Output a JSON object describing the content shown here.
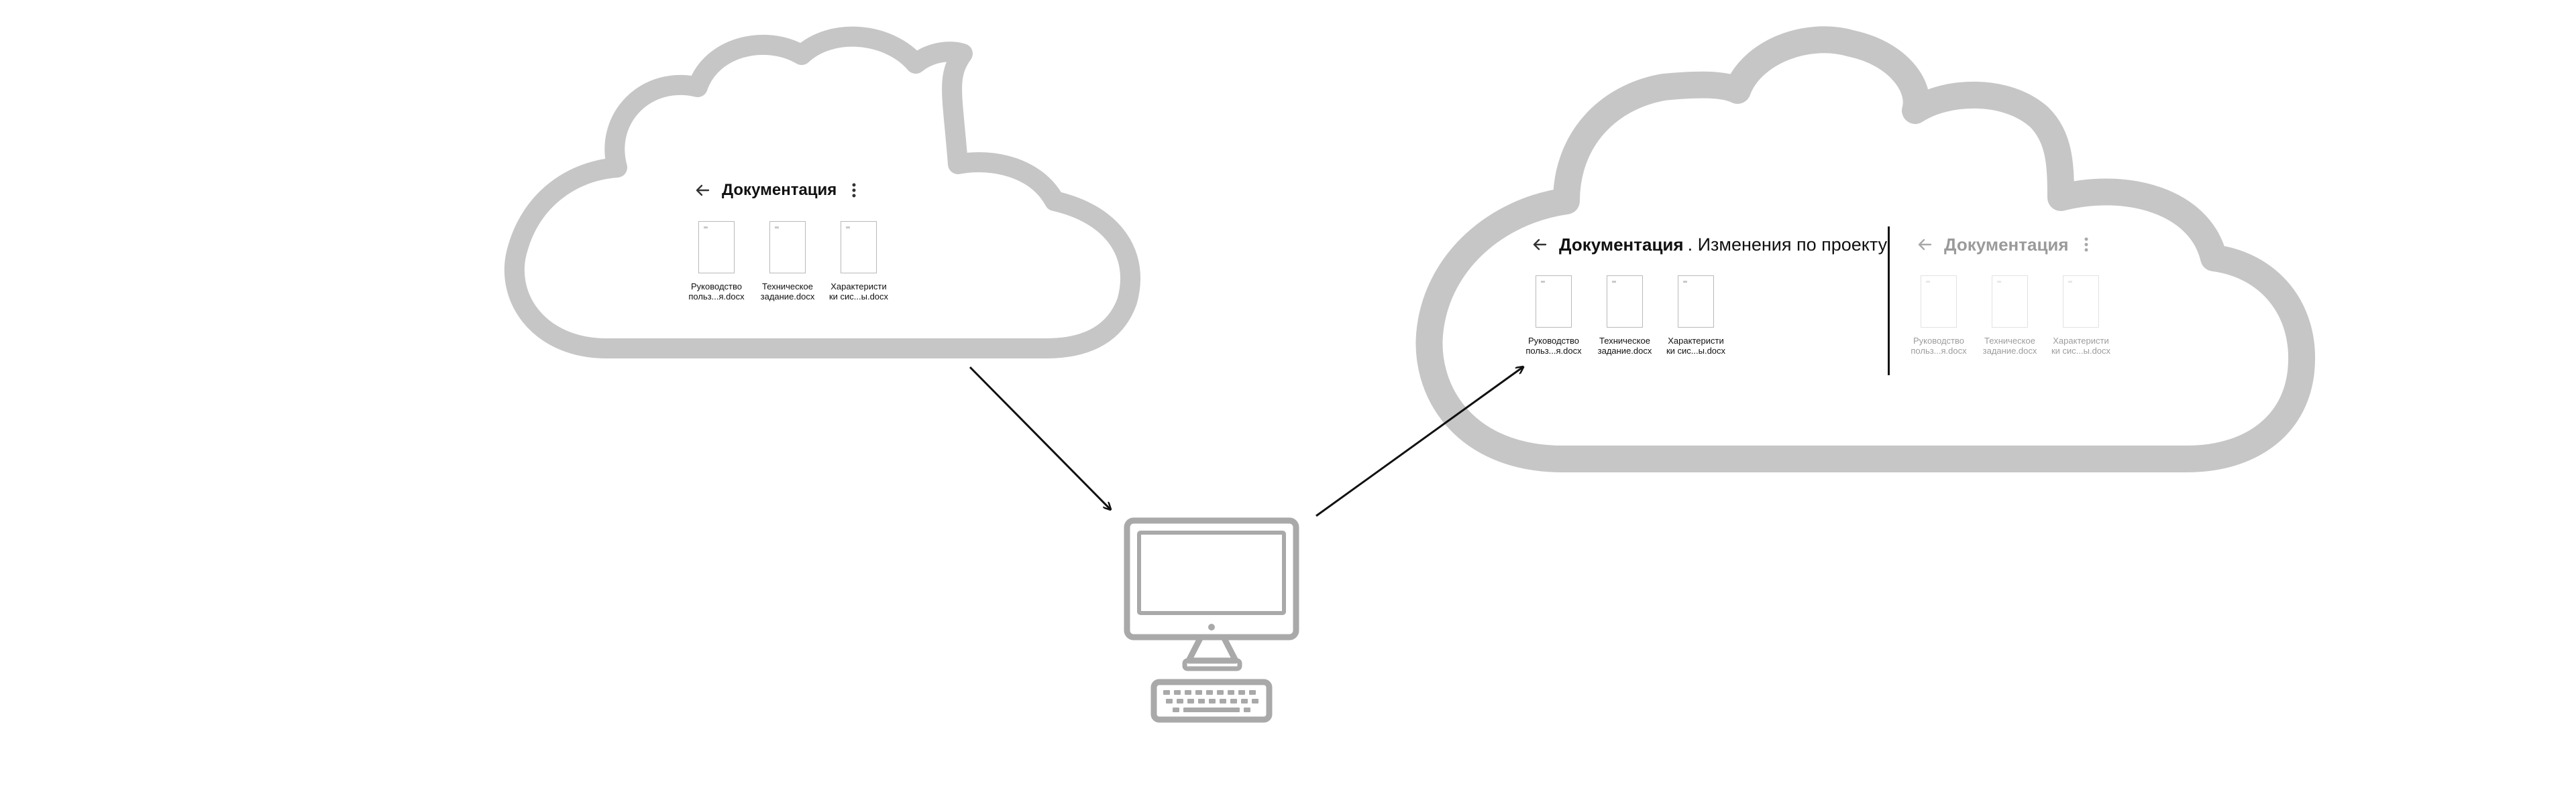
{
  "clouds": {
    "source": {
      "folder_title": "Документация",
      "files": [
        {
          "line1": "Руководство",
          "line2": "польз...я.docx"
        },
        {
          "line1": "Техническое",
          "line2": "задание.docx"
        },
        {
          "line1": "Характеристи",
          "line2": "ки сис...ы.docx"
        }
      ]
    },
    "target": {
      "left_panel": {
        "folder_title": "Документация",
        "title_note": ". Изменения по проекту",
        "files": [
          {
            "line1": "Руководство",
            "line2": "польз...я.docx"
          },
          {
            "line1": "Техническое",
            "line2": "задание.docx"
          },
          {
            "line1": "Характеристи",
            "line2": "ки сис...ы.docx"
          }
        ]
      },
      "right_panel": {
        "folder_title": "Документация",
        "files": [
          {
            "line1": "Руководство",
            "line2": "польз...я.docx"
          },
          {
            "line1": "Техническое",
            "line2": "задание.docx"
          },
          {
            "line1": "Характеристи",
            "line2": "ки сис...ы.docx"
          }
        ]
      }
    }
  },
  "icons": {
    "computer": "desktop-computer-icon",
    "back": "arrow-left-icon",
    "more": "more-vertical-icon",
    "document": "docx-file-icon"
  },
  "colors": {
    "cloud_outline": "#c6c6c6",
    "computer_stroke": "#a9a9a9",
    "arrow": "#111111"
  }
}
